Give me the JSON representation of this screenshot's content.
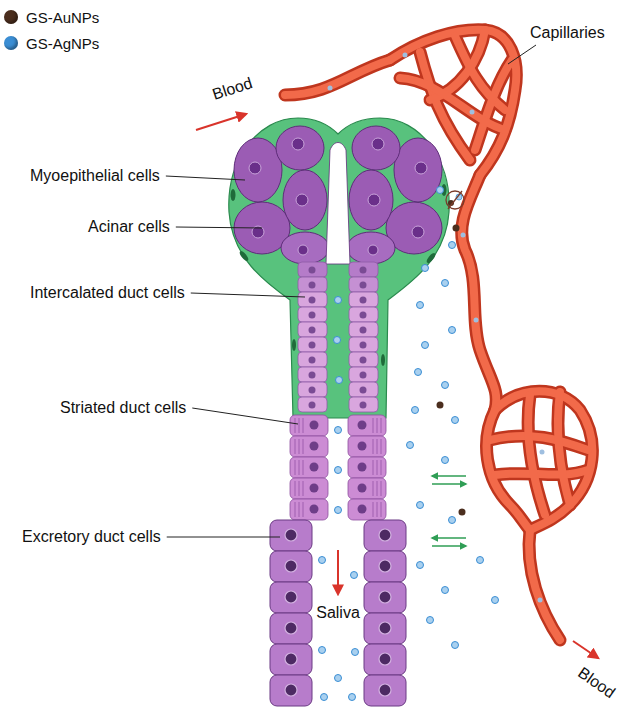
{
  "diagram": {
    "labels": [
      "Capillaries",
      "Blood",
      "Myoepithelial cells",
      "Acinar cells",
      "Intercalated duct cells",
      "Striated duct cells",
      "Excretory duct cells",
      "Saliva",
      "Blood"
    ],
    "legend": [
      {
        "text": "GS-AuNPs",
        "color": "#4b2e1e"
      },
      {
        "text": "GS-AgNPs",
        "color": "#3b8ed4"
      }
    ]
  }
}
